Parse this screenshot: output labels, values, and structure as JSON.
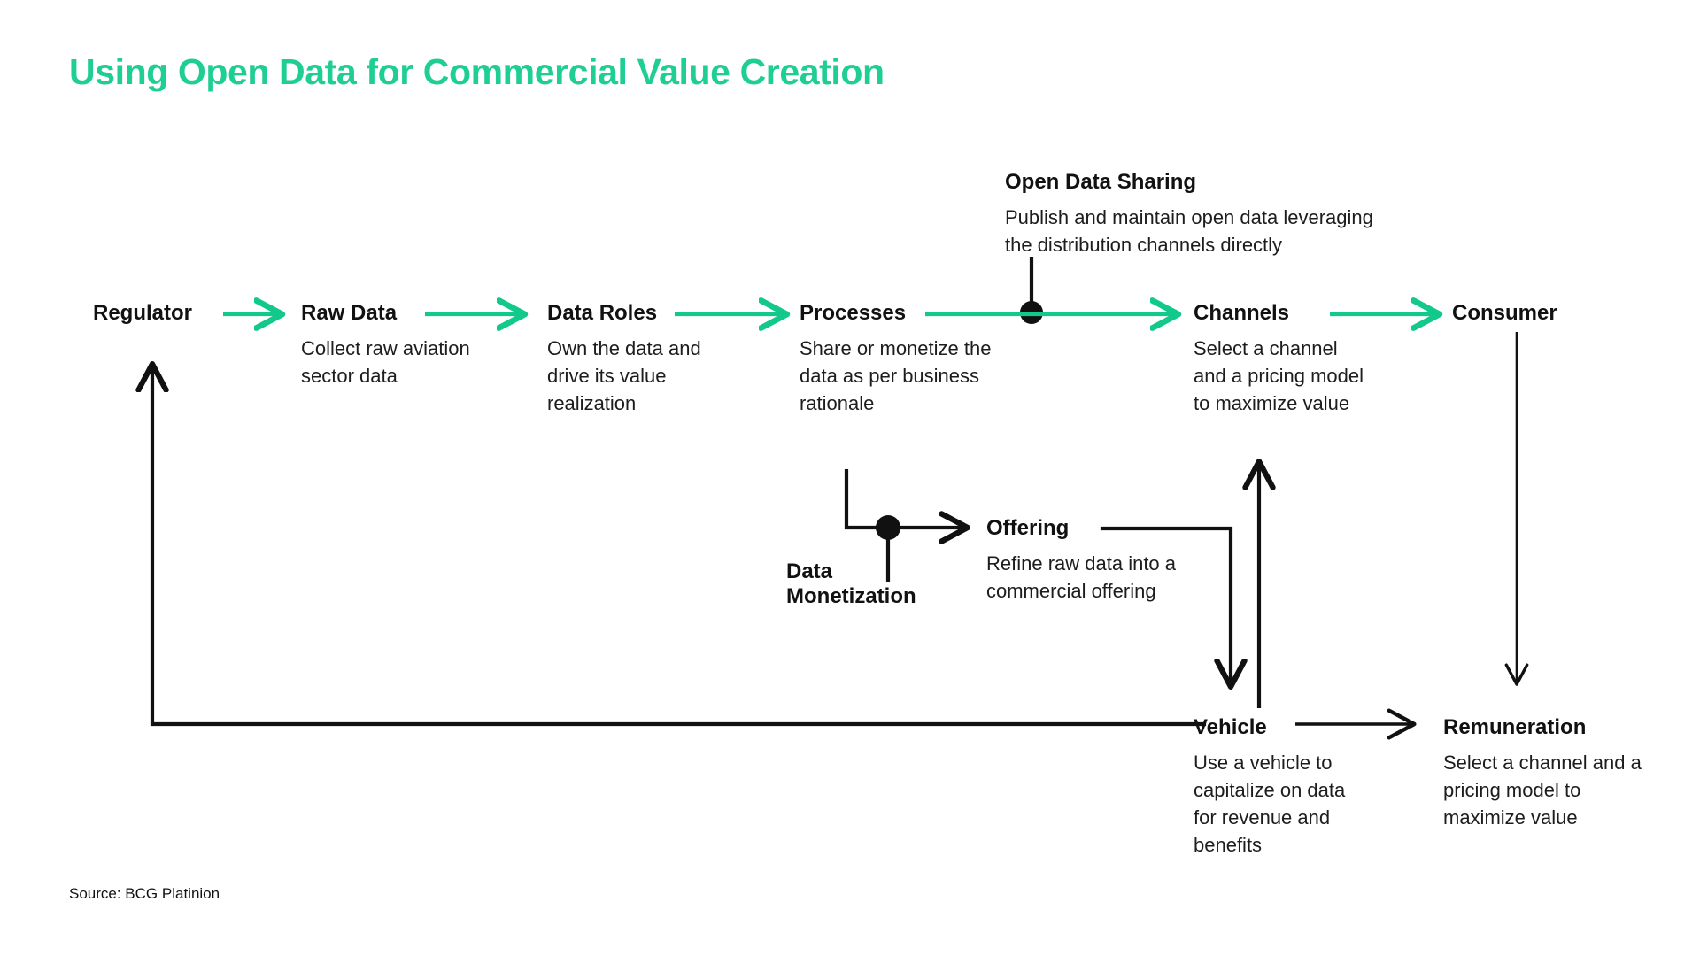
{
  "title": "Using Open Data for Commercial Value Creation",
  "accent_color": "#1ECE93",
  "line_color": "#111111",
  "source": "Source: BCG Platinion",
  "flow": {
    "main_row": [
      {
        "label": "Regulator",
        "desc": ""
      },
      {
        "label": "Raw Data",
        "desc": "Collect raw aviation sector data"
      },
      {
        "label": "Data Roles",
        "desc": "Own the data and drive its value realization"
      },
      {
        "label": "Processes",
        "desc": "Share or monetize the data as per business rationale"
      },
      {
        "label": "Channels",
        "desc": "Select a channel and a pricing model to maximize value"
      },
      {
        "label": "Consumer",
        "desc": ""
      }
    ],
    "callout": {
      "label": "Open Data Sharing",
      "desc": "Publish and maintain open data leveraging the distribution channels directly"
    },
    "branch": {
      "label": "Data Monetization"
    },
    "offering": {
      "label": "Offering",
      "desc": "Refine raw data into a commercial offering"
    },
    "bottom_row": [
      {
        "label": "Vehicle",
        "desc": "Use a vehicle to capitalize on data for revenue and benefits"
      },
      {
        "label": "Remuneration",
        "desc": "Select a channel and a pricing model to maximize value"
      }
    ]
  },
  "chart_data": {
    "type": "diagram",
    "title": "Using Open Data for Commercial Value Creation",
    "nodes": [
      "Regulator",
      "Raw Data",
      "Data Roles",
      "Processes",
      "Channels",
      "Consumer",
      "Open Data Sharing",
      "Data Monetization",
      "Offering",
      "Vehicle",
      "Remuneration"
    ],
    "edges": [
      {
        "from": "Regulator",
        "to": "Raw Data",
        "style": "green-arrow"
      },
      {
        "from": "Raw Data",
        "to": "Data Roles",
        "style": "green-arrow"
      },
      {
        "from": "Data Roles",
        "to": "Processes",
        "style": "green-arrow"
      },
      {
        "from": "Processes",
        "to": "Channels",
        "style": "green-arrow"
      },
      {
        "from": "Channels",
        "to": "Consumer",
        "style": "green-arrow"
      },
      {
        "from": "Processes",
        "to": "Open Data Sharing",
        "style": "black-tap"
      },
      {
        "from": "Processes",
        "to": "Offering",
        "style": "black-elbow-arrow",
        "via": "Data Monetization"
      },
      {
        "from": "Offering",
        "to": "Vehicle",
        "style": "black-elbow-arrow"
      },
      {
        "from": "Vehicle",
        "to": "Channels",
        "style": "black-arrow-up"
      },
      {
        "from": "Vehicle",
        "to": "Remuneration",
        "style": "black-arrow"
      },
      {
        "from": "Consumer",
        "to": "Remuneration",
        "style": "black-arrow-down"
      },
      {
        "from": "Vehicle",
        "to": "Regulator",
        "style": "black-elbow-arrow-left"
      }
    ]
  }
}
